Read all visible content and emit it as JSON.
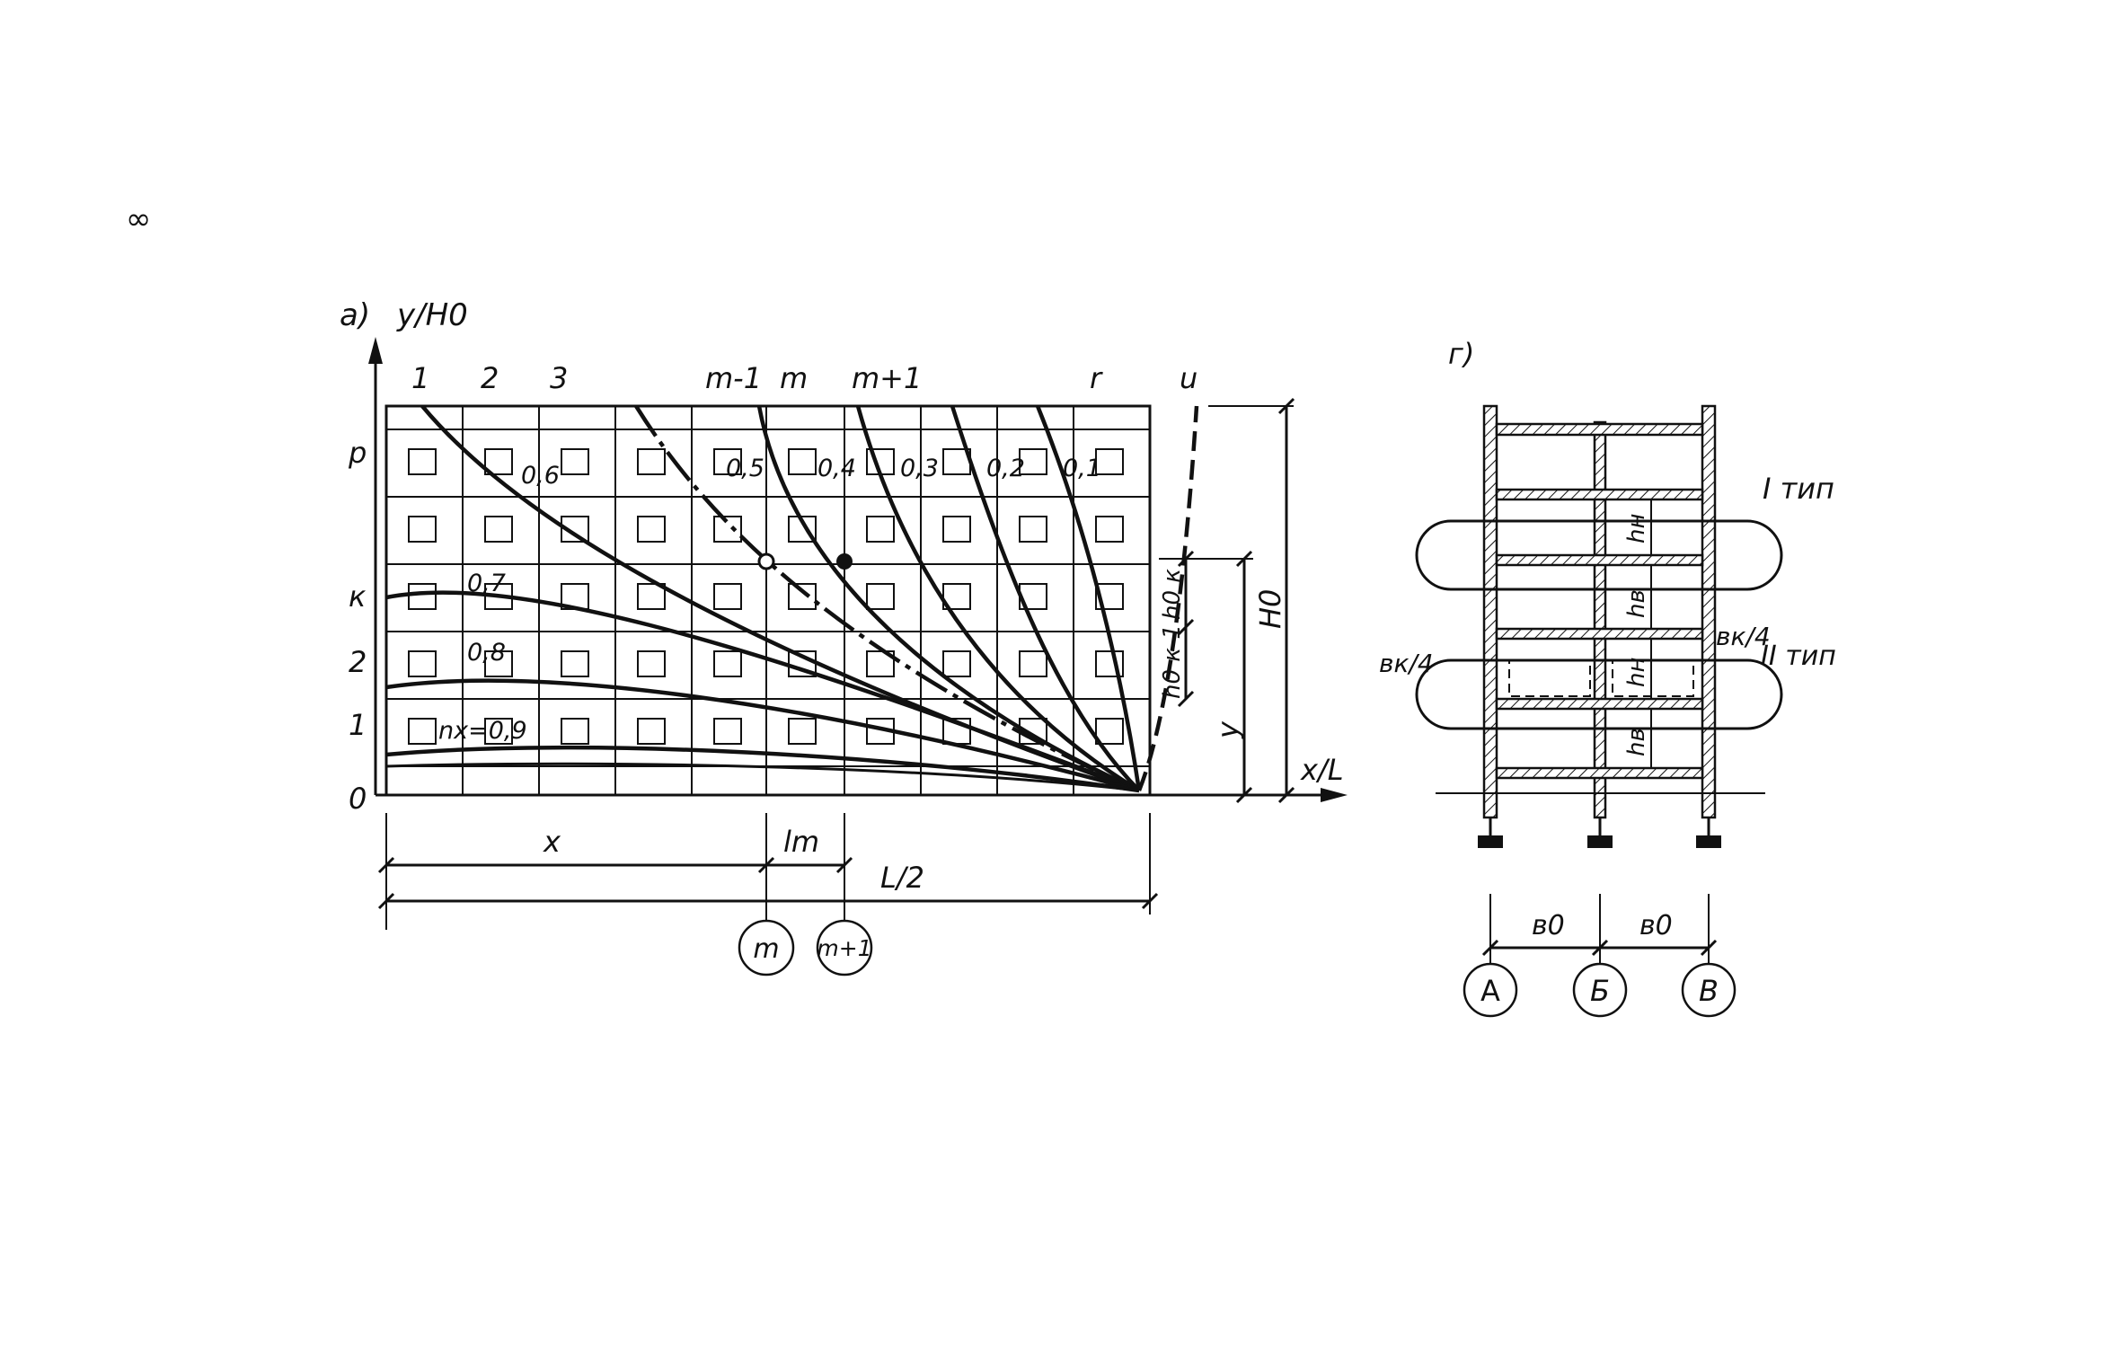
{
  "page_mark": "∞",
  "fig_a": {
    "panel_label": "а)",
    "y_axis_label": "y/H0",
    "x_axis_label": "x/L",
    "col_labels": [
      "1",
      "2",
      "3",
      "m-1",
      "m",
      "m+1",
      "r",
      "u"
    ],
    "row_labels": [
      "p",
      "к",
      "2",
      "1",
      "0"
    ],
    "curve_labels": [
      "0,6",
      "0,5",
      "0,4",
      "0,3",
      "0,2",
      "0,1",
      "0,7",
      "0,8",
      "nx=0,9"
    ],
    "dim_labels": [
      "H0",
      "y",
      "h0 к",
      "h0 к-1"
    ],
    "x_dim_labels": [
      "x",
      "lm",
      "L/2"
    ],
    "node_labels": [
      "m",
      "m+1"
    ]
  },
  "fig_g": {
    "panel_label": "г)",
    "type_labels": [
      "I тип",
      "II тип"
    ],
    "bk_labels": [
      "вк/4",
      "вк/4"
    ],
    "h_labels": [
      "hн",
      "hв",
      "hн",
      "hв"
    ],
    "span_labels": [
      "в0",
      "в0"
    ],
    "axis_labels": [
      "А",
      "Б",
      "В"
    ]
  }
}
